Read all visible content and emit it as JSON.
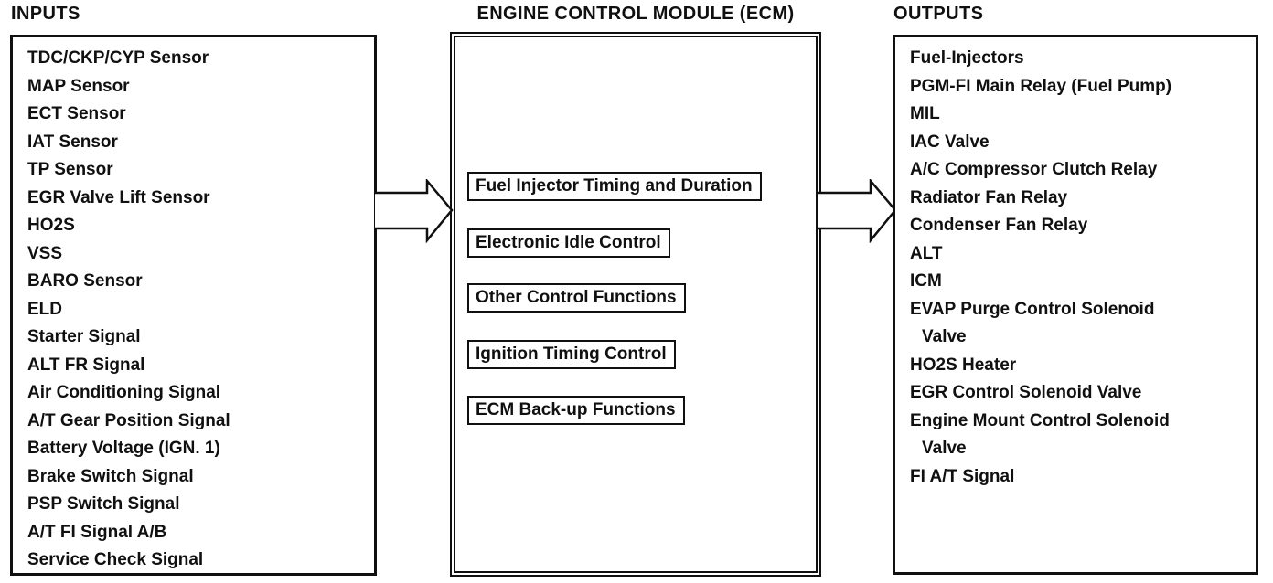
{
  "colors": {
    "paper": "#ffffff",
    "ink": "#101010"
  },
  "inputs": {
    "title": "INPUTS",
    "items": [
      "TDC/CKP/CYP Sensor",
      "MAP Sensor",
      "ECT Sensor",
      "IAT Sensor",
      "TP Sensor",
      "EGR Valve Lift Sensor",
      "HO2S",
      "VSS",
      "BARO Sensor",
      "ELD",
      "Starter Signal",
      "ALT FR Signal",
      "Air Conditioning Signal",
      "A/T Gear Position Signal",
      "Battery Voltage (IGN. 1)",
      "Brake Switch Signal",
      "PSP Switch Signal",
      "A/T FI Signal A/B",
      "Service Check Signal"
    ]
  },
  "ecm": {
    "title": "ENGINE CONTROL MODULE (ECM)",
    "functions": [
      "Fuel Injector Timing and Duration",
      "Electronic Idle Control",
      "Other Control Functions",
      "Ignition Timing Control",
      "ECM Back-up Functions"
    ]
  },
  "outputs": {
    "title": "OUTPUTS",
    "lines": [
      {
        "text": "Fuel-Injectors",
        "indent": false
      },
      {
        "text": "PGM-FI Main Relay (Fuel Pump)",
        "indent": false
      },
      {
        "text": "MIL",
        "indent": false
      },
      {
        "text": "IAC Valve",
        "indent": false
      },
      {
        "text": "A/C Compressor Clutch Relay",
        "indent": false
      },
      {
        "text": "Radiator Fan Relay",
        "indent": false
      },
      {
        "text": "Condenser Fan Relay",
        "indent": false
      },
      {
        "text": "ALT",
        "indent": false
      },
      {
        "text": "ICM",
        "indent": false
      },
      {
        "text": "EVAP Purge Control Solenoid",
        "indent": false
      },
      {
        "text": "Valve",
        "indent": true
      },
      {
        "text": "HO2S Heater",
        "indent": false
      },
      {
        "text": "EGR Control Solenoid Valve",
        "indent": false
      },
      {
        "text": "Engine Mount Control Solenoid",
        "indent": false
      },
      {
        "text": "Valve",
        "indent": true
      },
      {
        "text": "FI A/T Signal",
        "indent": false
      }
    ]
  },
  "arrows": [
    {
      "name": "inputs-to-ecm",
      "icon": "block-arrow-right-icon",
      "direction": "right"
    },
    {
      "name": "ecm-to-outputs",
      "icon": "block-arrow-right-icon",
      "direction": "right"
    }
  ]
}
